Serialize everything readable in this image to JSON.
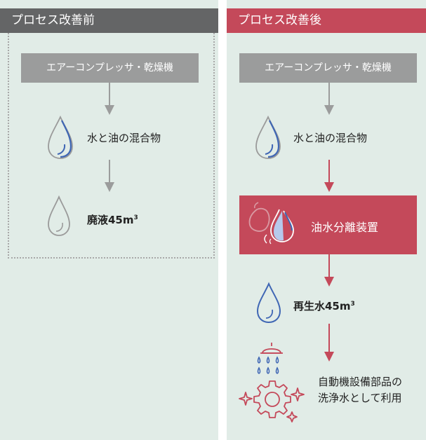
{
  "before": {
    "header": "プロセス改善前",
    "source": "エアーコンプレッサ・乾燥機",
    "mixture": "水と油の混合物",
    "waste_label": "廃液45m",
    "waste_sup": "3"
  },
  "after": {
    "header": "プロセス改善後",
    "source": "エアーコンプレッサ・乾燥機",
    "mixture": "水と油の混合物",
    "device": "油水分離装置",
    "recycled_label": "再生水45m",
    "recycled_sup": "3",
    "usage_line1": "自動機設備部品の",
    "usage_line2": "洗浄水として利用"
  },
  "colors": {
    "header_before": "#646566",
    "header_after": "#c4495a",
    "panel_bg": "#e1ece7",
    "gray_box": "#9b9c9c",
    "gray_arrow": "#9b9c9c",
    "red_arrow": "#c4495a",
    "water_blue": "#3f66b4"
  },
  "icons": [
    "water-oil-drop-icon",
    "gray-drop-icon",
    "split-drops-icon",
    "blue-drop-icon",
    "shower-icon",
    "gear-icon",
    "sparkle-icon"
  ]
}
